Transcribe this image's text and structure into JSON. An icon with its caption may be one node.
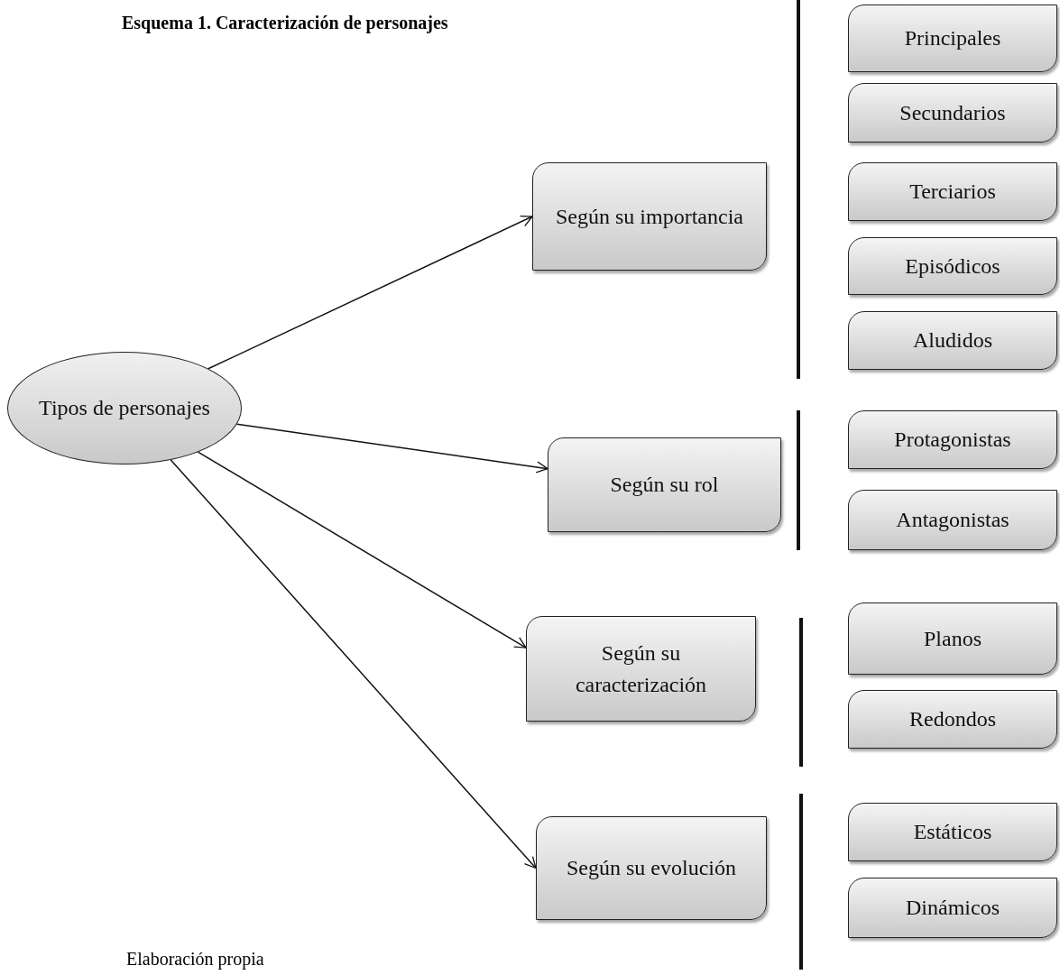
{
  "diagram": {
    "title": "Esquema 1. Caracterización de personajes",
    "caption": "Elaboración propia",
    "nodes": [
      {
        "text": [
          "Tipos de personajes"
        ]
      },
      {
        "text": [
          "Según su importancia"
        ]
      },
      {
        "text": [
          "Según su rol"
        ]
      },
      {
        "text": [
          "Según su caracterización"
        ]
      },
      {
        "text": [
          "Según su evolución"
        ]
      },
      {
        "text": [
          "Principales"
        ]
      },
      {
        "text": [
          "Secundarios"
        ]
      },
      {
        "text": [
          "Terciarios"
        ]
      },
      {
        "text": [
          "Episódicos"
        ]
      },
      {
        "text": [
          "Aludidos"
        ]
      },
      {
        "text": [
          "Protagonistas"
        ]
      },
      {
        "text": [
          "Antagonistas"
        ]
      },
      {
        "text": [
          "Planos"
        ]
      },
      {
        "text": [
          "Redondos"
        ]
      },
      {
        "text": [
          "Estáticos"
        ]
      },
      {
        "text": [
          "Dinámicos"
        ]
      }
    ],
    "edges": [
      {
        "from": 0,
        "to": 1,
        "arrow": "to"
      },
      {
        "from": 0,
        "to": 2,
        "arrow": "to"
      },
      {
        "from": 0,
        "to": 3,
        "arrow": "to"
      },
      {
        "from": 0,
        "to": 4,
        "arrow": "to"
      }
    ]
  }
}
